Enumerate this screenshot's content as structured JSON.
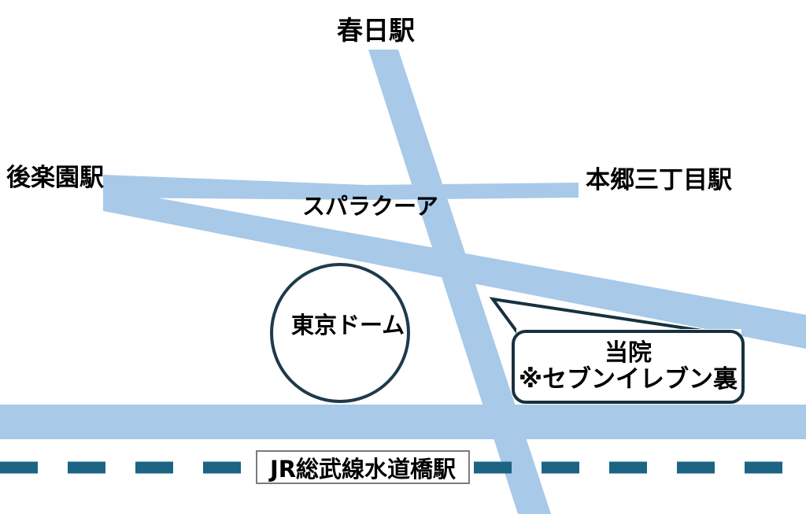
{
  "map": {
    "title": "access-map",
    "background_color": "#ffffff",
    "colors": {
      "road": "#a8c9e8",
      "rail_dash": "#1b6484",
      "outline_dark": "#17313f",
      "circle_outline": "#1e3a4c",
      "box_border_gray": "#7b7b7b",
      "text": "#000000"
    },
    "labels": {
      "kasuga_station": "春日駅",
      "korakuen_station": "後楽園駅",
      "hongo_sanchome_station": "本郷三丁目駅",
      "spa_laqua": "スパラクーア",
      "tokyo_dome": "東京ドーム",
      "jr_sobu_suidobashi_station": "JR総武線水道橋駅"
    },
    "callout": {
      "line1": "当院",
      "line2": "※セブンイレブン裏"
    },
    "features": [
      {
        "name": "kasuga-road",
        "type": "road",
        "icon": "road-band"
      },
      {
        "name": "korakuen-road",
        "type": "road",
        "icon": "road-band"
      },
      {
        "name": "hongo-road",
        "type": "road",
        "icon": "road-band"
      },
      {
        "name": "diagonal-road",
        "type": "road",
        "icon": "road-band"
      },
      {
        "name": "bottom-road",
        "type": "road",
        "icon": "road-band"
      },
      {
        "name": "jr-sobu-line",
        "type": "railway",
        "icon": "dashed-rail-line"
      },
      {
        "name": "tokyo-dome",
        "type": "landmark",
        "icon": "circle-outline"
      },
      {
        "name": "clinic-callout",
        "type": "annotation",
        "icon": "callout-balloon"
      }
    ]
  }
}
